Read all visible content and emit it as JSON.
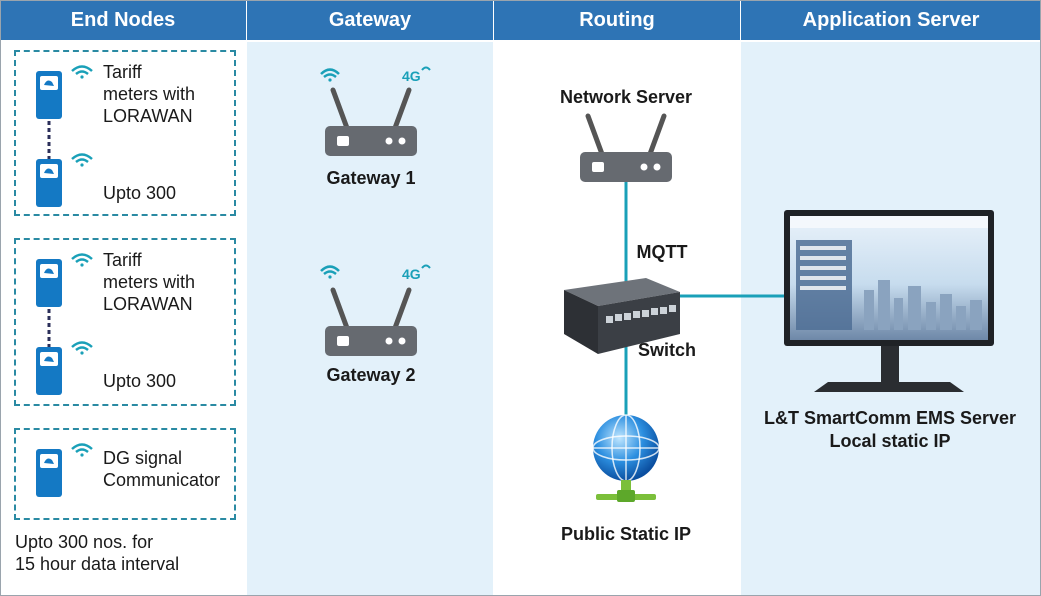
{
  "headers": {
    "end_nodes": "End Nodes",
    "gateway": "Gateway",
    "routing": "Routing",
    "application_server": "Application Server"
  },
  "end_nodes": {
    "group1": {
      "label": "Tariff\nmeters with\nLORAWAN",
      "count": "Upto 300"
    },
    "group2": {
      "label": "Tariff\nmeters with\nLORAWAN",
      "count": "Upto 300"
    },
    "group3": {
      "label": "DG signal\nCommunicator"
    },
    "footnote": "Upto 300 nos. for\n15 hour data interval"
  },
  "gateways": {
    "gateway1": {
      "label": "Gateway 1",
      "network": "4G"
    },
    "gateway2": {
      "label": "Gateway 2",
      "network": "4G"
    }
  },
  "routing": {
    "network_server": "Network Server",
    "protocol": "MQTT",
    "switch": "Switch",
    "public_ip": "Public Static IP"
  },
  "app_server": {
    "label": "L&T SmartComm EMS Server\nLocal static IP"
  },
  "colors": {
    "header": "#2e74b5",
    "column_tint": "#e3f1fa",
    "dashed_border": "#2a8aa3",
    "meter": "#1479c4",
    "link_line": "#1aa0b8",
    "device_gray": "#666a70"
  }
}
